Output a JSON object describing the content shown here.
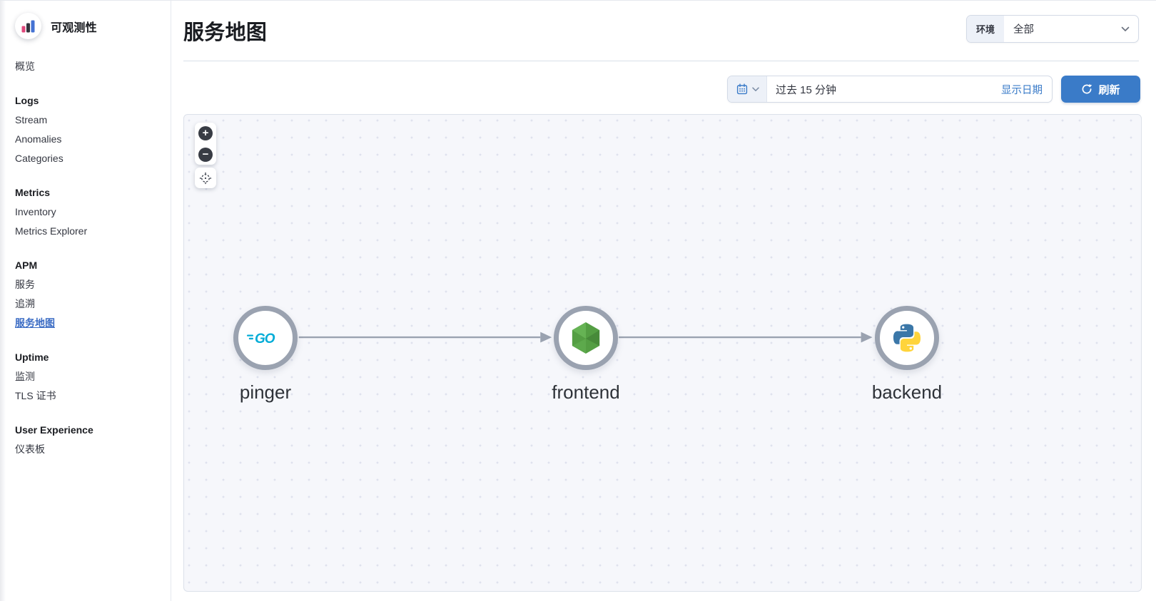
{
  "brand": {
    "name": "可观测性"
  },
  "sidebar": {
    "overview_label": "概览",
    "sections": [
      {
        "title": "Logs",
        "items": [
          {
            "label": "Stream"
          },
          {
            "label": "Anomalies"
          },
          {
            "label": "Categories"
          }
        ]
      },
      {
        "title": "Metrics",
        "items": [
          {
            "label": "Inventory"
          },
          {
            "label": "Metrics Explorer"
          }
        ]
      },
      {
        "title": "APM",
        "items": [
          {
            "label": "服务"
          },
          {
            "label": "追溯"
          },
          {
            "label": "服务地图"
          }
        ]
      },
      {
        "title": "Uptime",
        "items": [
          {
            "label": "监测"
          },
          {
            "label": "TLS 证书"
          }
        ]
      },
      {
        "title": "User Experience",
        "items": [
          {
            "label": "仪表板"
          }
        ]
      }
    ],
    "active_item": "服务地图"
  },
  "header": {
    "title": "服务地图",
    "environment": {
      "label": "环境",
      "value": "全部"
    }
  },
  "toolbar": {
    "time_range": "过去 15 分钟",
    "show_dates_label": "显示日期",
    "refresh_label": "刷新"
  },
  "service_map": {
    "controls": {
      "zoom_in_glyph": "+",
      "zoom_out_glyph": "−",
      "center_icon": "crosshair-icon"
    },
    "nodes": [
      {
        "id": "pinger",
        "label": "pinger",
        "agent_icon": "go-icon"
      },
      {
        "id": "frontend",
        "label": "frontend",
        "agent_icon": "nodejs-icon"
      },
      {
        "id": "backend",
        "label": "backend",
        "agent_icon": "python-icon"
      }
    ],
    "edges": [
      {
        "from": "pinger",
        "to": "frontend"
      },
      {
        "from": "frontend",
        "to": "backend"
      }
    ]
  },
  "colors": {
    "accent_blue": "#3a7bc8",
    "active_link_blue": "#3b6cc4",
    "go_cyan": "#00acd7",
    "nodejs_green": "#549e43",
    "python_blue": "#3b77a8",
    "python_yellow": "#ffd43b",
    "node_ring_gray": "#9aa2b0"
  }
}
